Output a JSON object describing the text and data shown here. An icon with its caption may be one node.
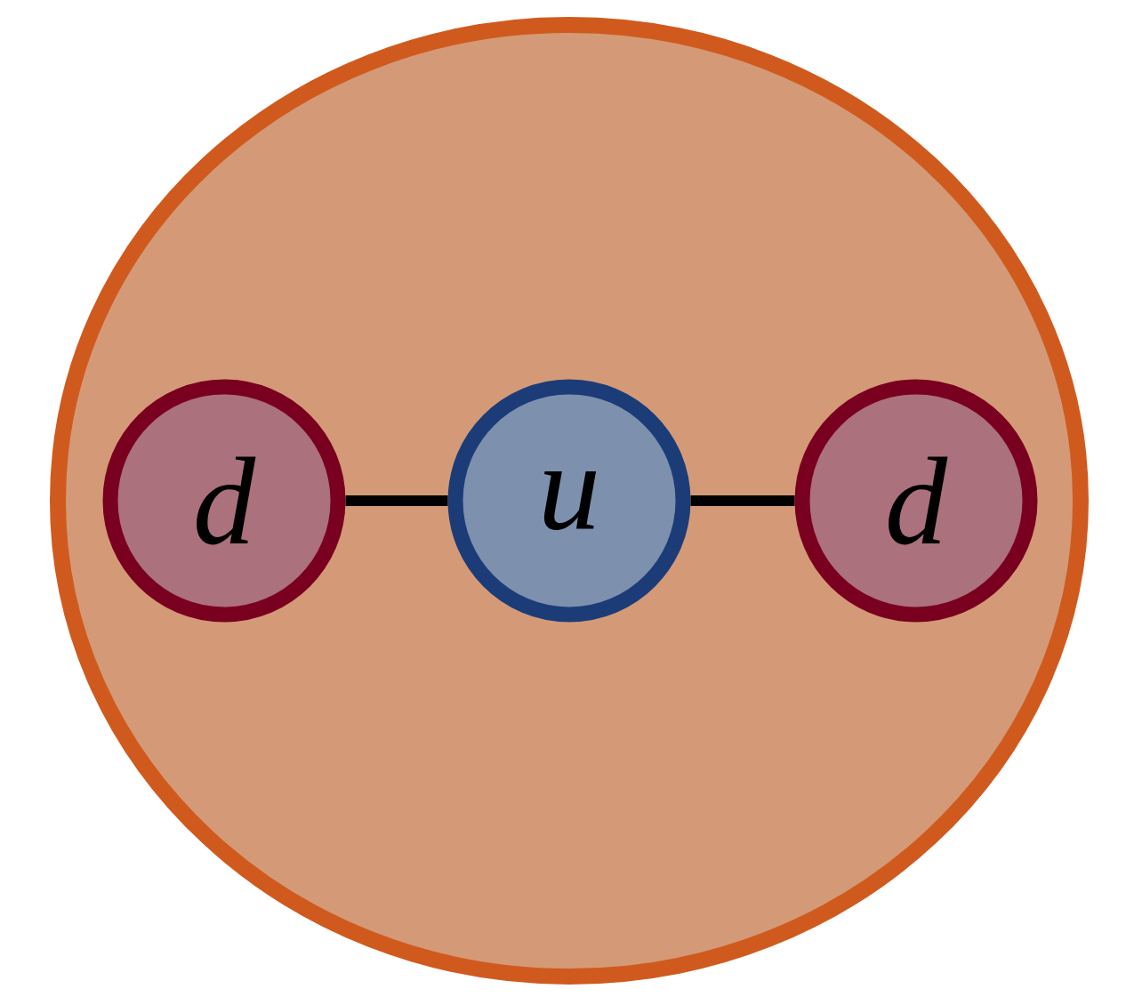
{
  "diagram": {
    "nodes": [
      {
        "text": [],
        "shape": "circle"
      },
      {
        "text": [
          "d"
        ],
        "in": 0
      },
      {
        "text": [
          "u"
        ],
        "in": 0
      },
      {
        "text": [
          "d"
        ],
        "in": 0
      }
    ],
    "edges": [
      {
        "from": 1,
        "to": 2,
        "arrow": "none"
      },
      {
        "from": 2,
        "to": 3,
        "arrow": "none"
      }
    ]
  }
}
